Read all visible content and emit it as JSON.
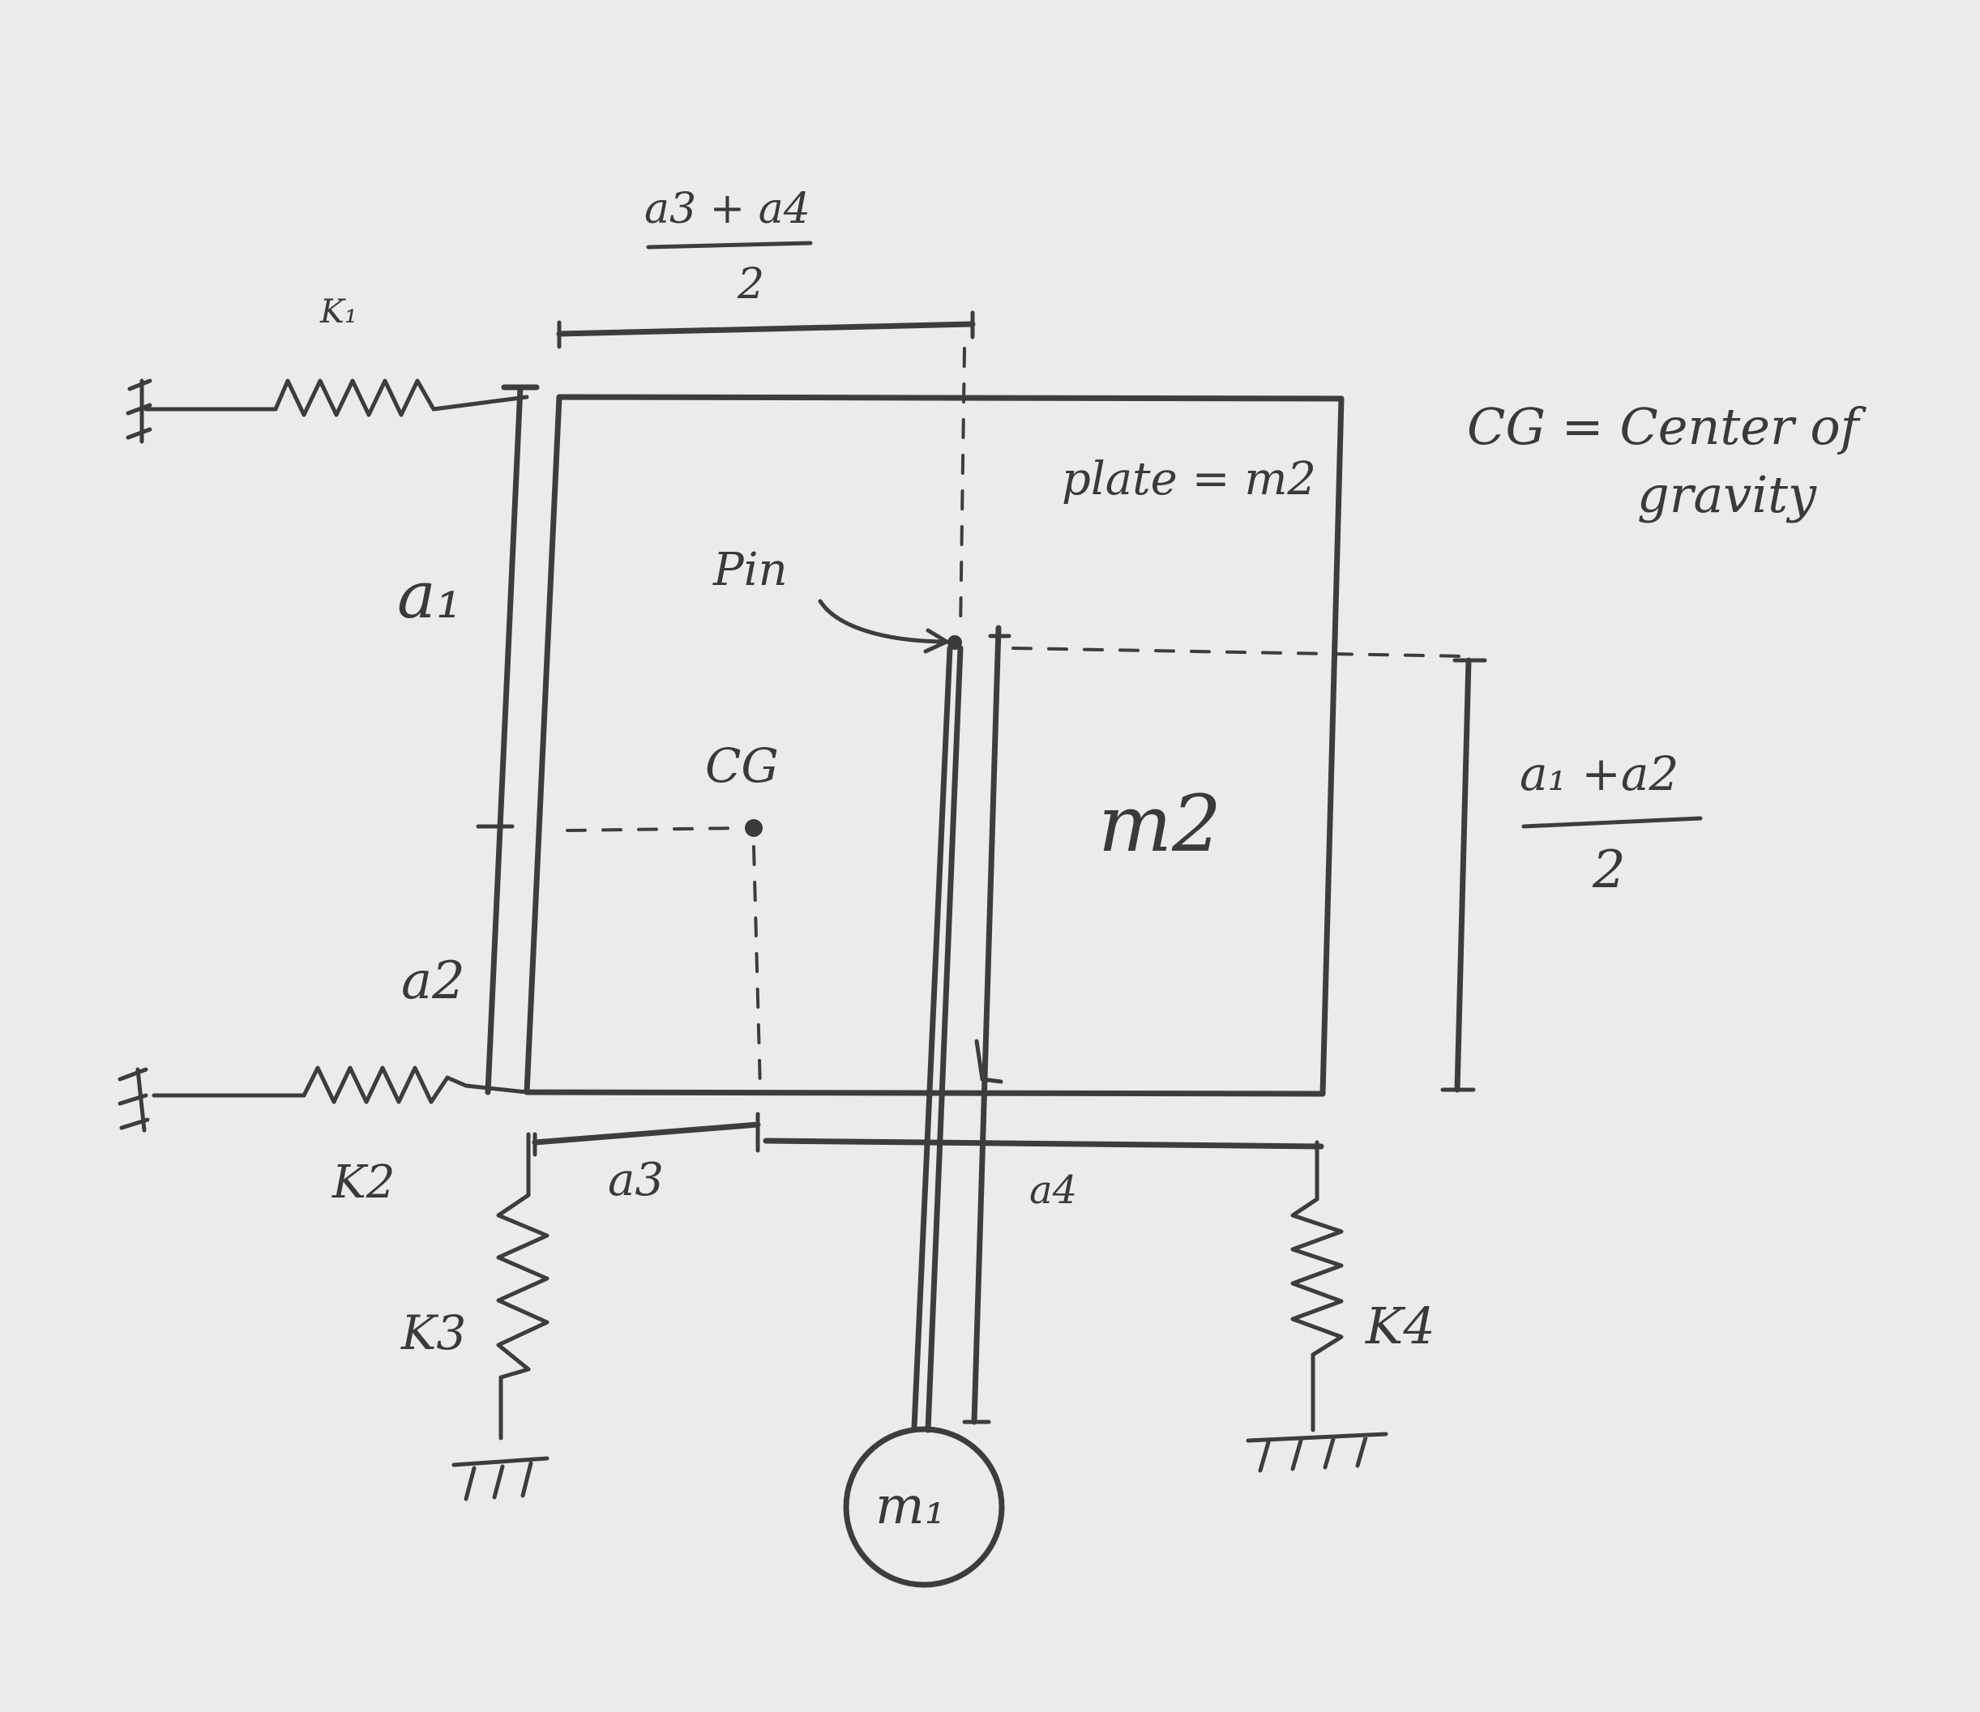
{
  "labels": {
    "k1": "K₁",
    "k2": "K2",
    "k3": "K3",
    "k4": "K4",
    "a1": "a₁",
    "a2": "a2",
    "a3": "a3",
    "a4": "a4",
    "top_dim_num": "a3 + a4",
    "top_dim_den": "2",
    "right_dim_num": "a₁ +a2",
    "right_dim_den": "2",
    "plate": "plate = m2",
    "pin": "Pin",
    "cg": "CG",
    "m2": "m2",
    "m1": "m₁",
    "cg_note_line1": "CG = Center of",
    "cg_note_line2": "gravity"
  }
}
